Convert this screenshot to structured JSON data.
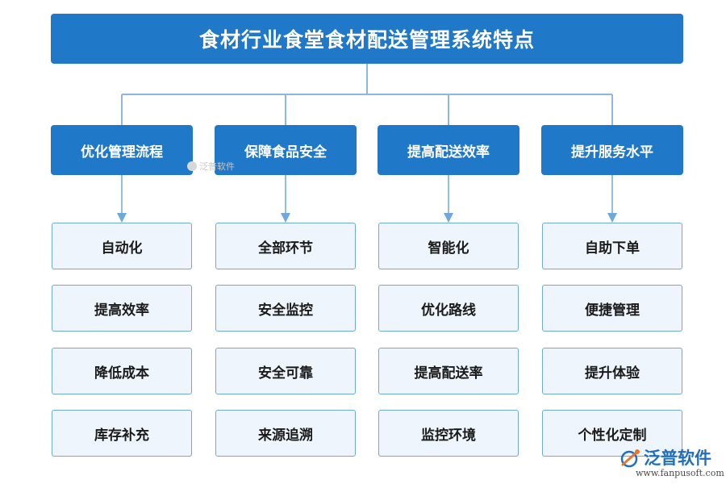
{
  "title": "食材行业食堂食材配送管理系统特点",
  "colors": {
    "header": "#1f78c8",
    "item_bg": "#eef5fc",
    "item_border": "#6ea9de",
    "connector": "#8fb6e0"
  },
  "categories": [
    {
      "label": "优化管理流程",
      "items": [
        "自动化",
        "提高效率",
        "降低成本",
        "库存补充"
      ]
    },
    {
      "label": "保障食品安全",
      "items": [
        "全部环节",
        "安全监控",
        "安全可靠",
        "来源追溯"
      ]
    },
    {
      "label": "提高配送效率",
      "items": [
        "智能化",
        "优化路线",
        "提高配送率",
        "监控环境"
      ]
    },
    {
      "label": "提升服务水平",
      "items": [
        "自助下单",
        "便捷管理",
        "提升体验",
        "个性化定制"
      ]
    }
  ],
  "watermark": {
    "text": "泛普软件"
  },
  "logo": {
    "name": "泛普软件",
    "url": "www.fanpusoft.com"
  }
}
